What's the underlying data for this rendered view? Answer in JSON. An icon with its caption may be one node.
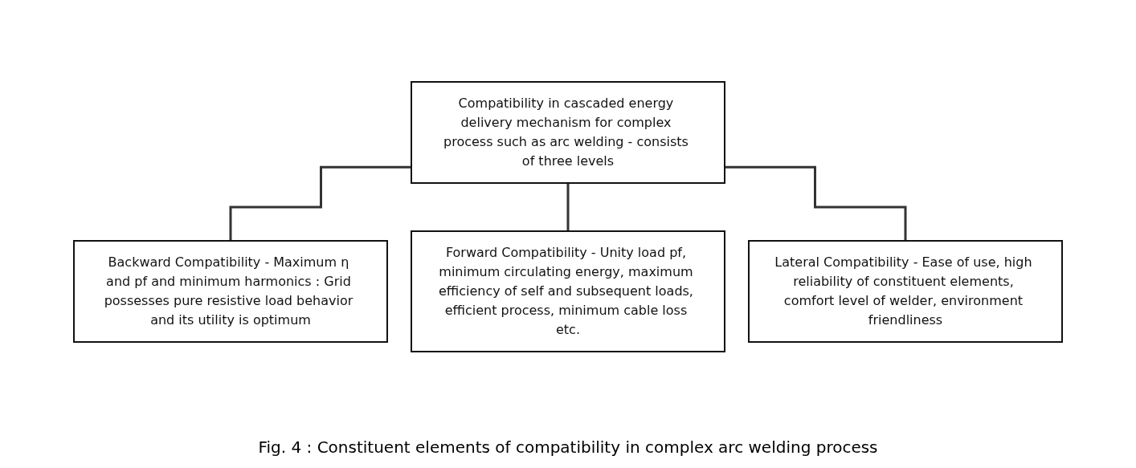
{
  "diagram": {
    "caption": "Fig. 4 : Constituent elements of compatibility in complex arc welding process",
    "nodes": [
      {
        "text": [
          "Compatibility in cascaded energy delivery mechanism for complex process such as arc welding - consists of three levels"
        ]
      },
      {
        "text": [
          "Backward Compatibility - Maximum η and pf and minimum harmonics : Grid possesses pure resistive load behavior and its utility is optimum"
        ]
      },
      {
        "text": [
          "Forward Compatibility - Unity load pf, minimum circulating energy, maximum efficiency of self and subsequent loads, efficient process, minimum cable loss etc."
        ]
      },
      {
        "text": [
          "Lateral Compatibility - Ease of use, high reliability of constituent elements, comfort level of welder, environment friendliness"
        ]
      }
    ],
    "edges": [
      {
        "from": 0,
        "to": 1,
        "arrow": "none"
      },
      {
        "from": 0,
        "to": 2,
        "arrow": "none"
      },
      {
        "from": 0,
        "to": 3,
        "arrow": "none"
      }
    ]
  }
}
